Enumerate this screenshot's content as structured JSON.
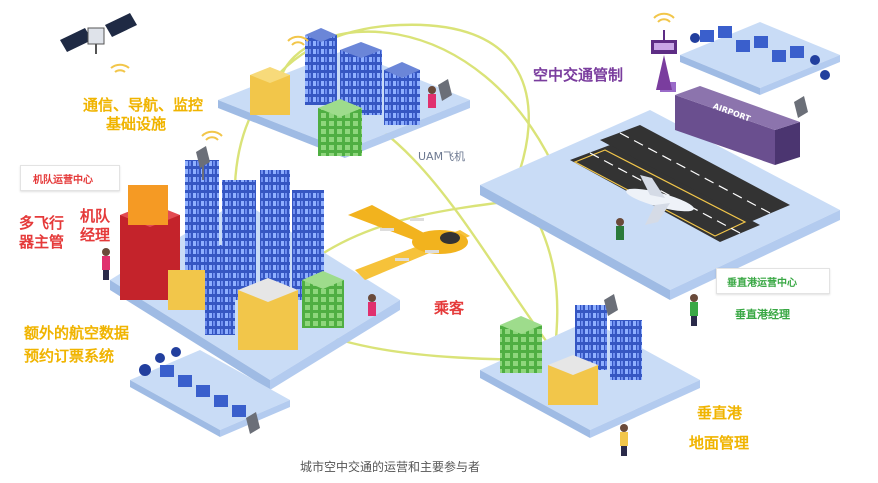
{
  "labels": {
    "infrastructure_line1": "通信、导航、监控",
    "infrastructure_line2": "基础设施",
    "uam_aircraft": "UAM飞机",
    "atc": "空中交通管制",
    "fleet_ops_center": "机队运营中心",
    "multi_operator_line1": "多飞行",
    "multi_operator_line2": "器主管",
    "fleet_manager_line1": "机队",
    "fleet_manager_line2": "经理",
    "vertiport_ops_center": "垂直港运营中心",
    "vertiport_manager": "垂直港经理",
    "passenger": "乘客",
    "extra_data": "额外的航空数据",
    "booking_system": "预约订票系统",
    "vertiport": "垂直港",
    "ground_mgmt": "地面管理",
    "caption": "城市空中交通的运营和主要参与者",
    "airport_sign": "AIRPORT"
  },
  "colors": {
    "label_yellow": "#f0b400",
    "label_red": "#e53a3a",
    "label_green": "#39a844",
    "label_purple": "#7a3d9e",
    "platform": "#c9dcf6",
    "building_blue": "#3a5fcc",
    "building_green": "#5fbf4f",
    "route_line": "#d6e06a"
  },
  "icons": [
    "satellite-icon",
    "control-tower-icon",
    "uam-aircraft-icon",
    "airplane-icon",
    "antenna-icon",
    "wifi-signal-icon",
    "person-icon",
    "tree-icon"
  ]
}
